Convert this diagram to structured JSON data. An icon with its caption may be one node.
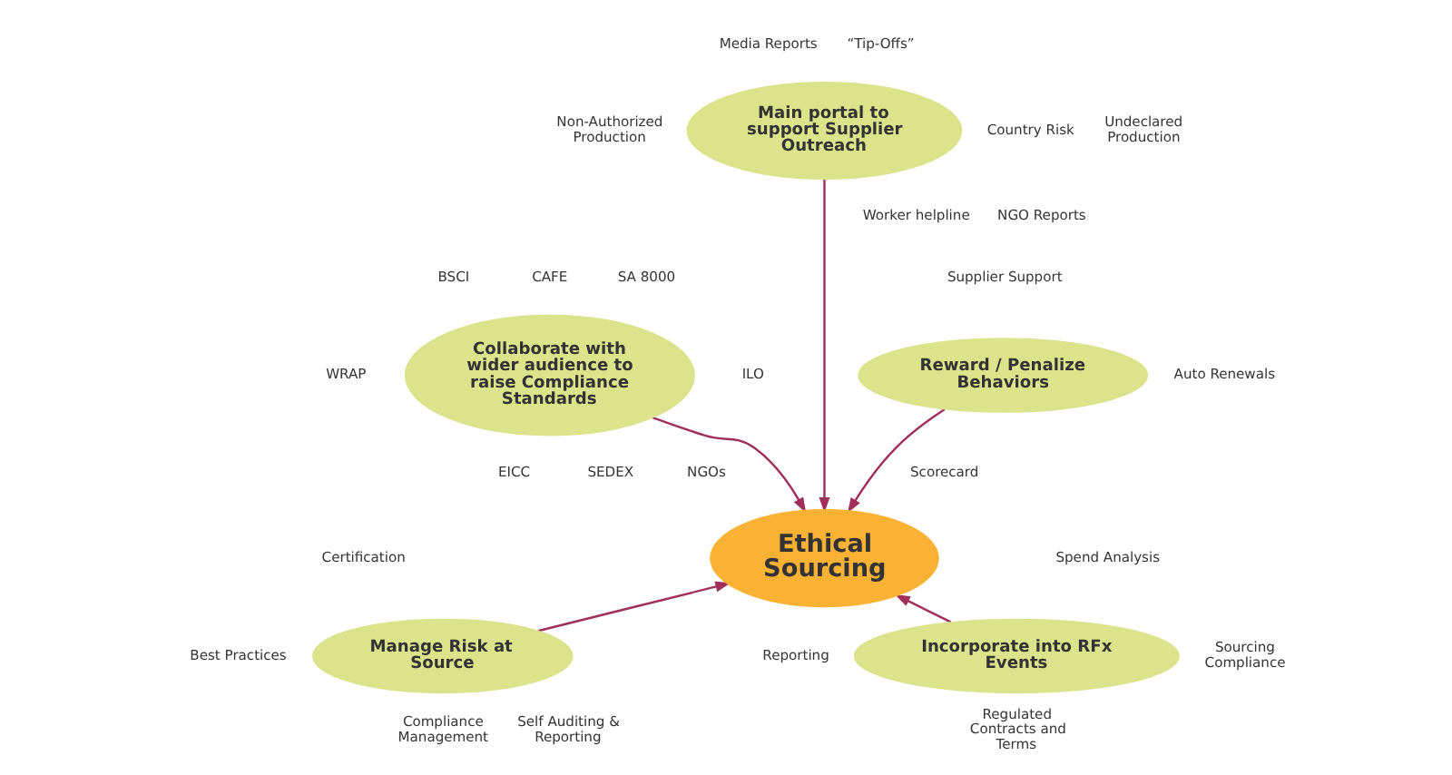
{
  "diagram": {
    "nodes": [
      {
        "text": [
          "Main portal to support Supplier Outreach"
        ],
        "beside": [
          "Media Reports",
          "“Tip-Offs”",
          "Non-Authorized Production",
          "Country Risk",
          "Undeclared Production",
          "Worker helpline",
          "NGO Reports"
        ]
      },
      {
        "text": [
          "Collaborate with wider audience to raise Compliance Standards"
        ],
        "beside": [
          "CAFE",
          "SA 8000",
          "BSCI",
          "WRAP",
          "ILO",
          "EICC",
          "SEDEX",
          "NGOs"
        ]
      },
      {
        "text": [
          "Reward / Penalize Behaviors"
        ],
        "beside": [
          "Supplier Support",
          "Auto Renewals",
          "Scorecard"
        ]
      },
      {
        "text": [
          "Ethical Sourcing"
        ]
      },
      {
        "text": [
          "Manage Risk at Source"
        ],
        "beside": [
          "Certification",
          "Best Practices",
          "Compliance Management",
          "Self Auditing & Reporting"
        ]
      },
      {
        "text": [
          "Incorporate into RFx Events"
        ],
        "beside": [
          "Spend Analysis",
          "Reporting",
          "Sourcing Compliance",
          "Regulated Contracts and Terms"
        ]
      }
    ],
    "edges": [
      {
        "from": 0,
        "to": 3,
        "arrow": "to"
      },
      {
        "from": 1,
        "to": 3,
        "arrow": "to"
      },
      {
        "from": 2,
        "to": 3,
        "arrow": "to"
      },
      {
        "from": 4,
        "to": 3,
        "arrow": "to"
      },
      {
        "from": 5,
        "to": 3,
        "arrow": "to"
      }
    ]
  }
}
